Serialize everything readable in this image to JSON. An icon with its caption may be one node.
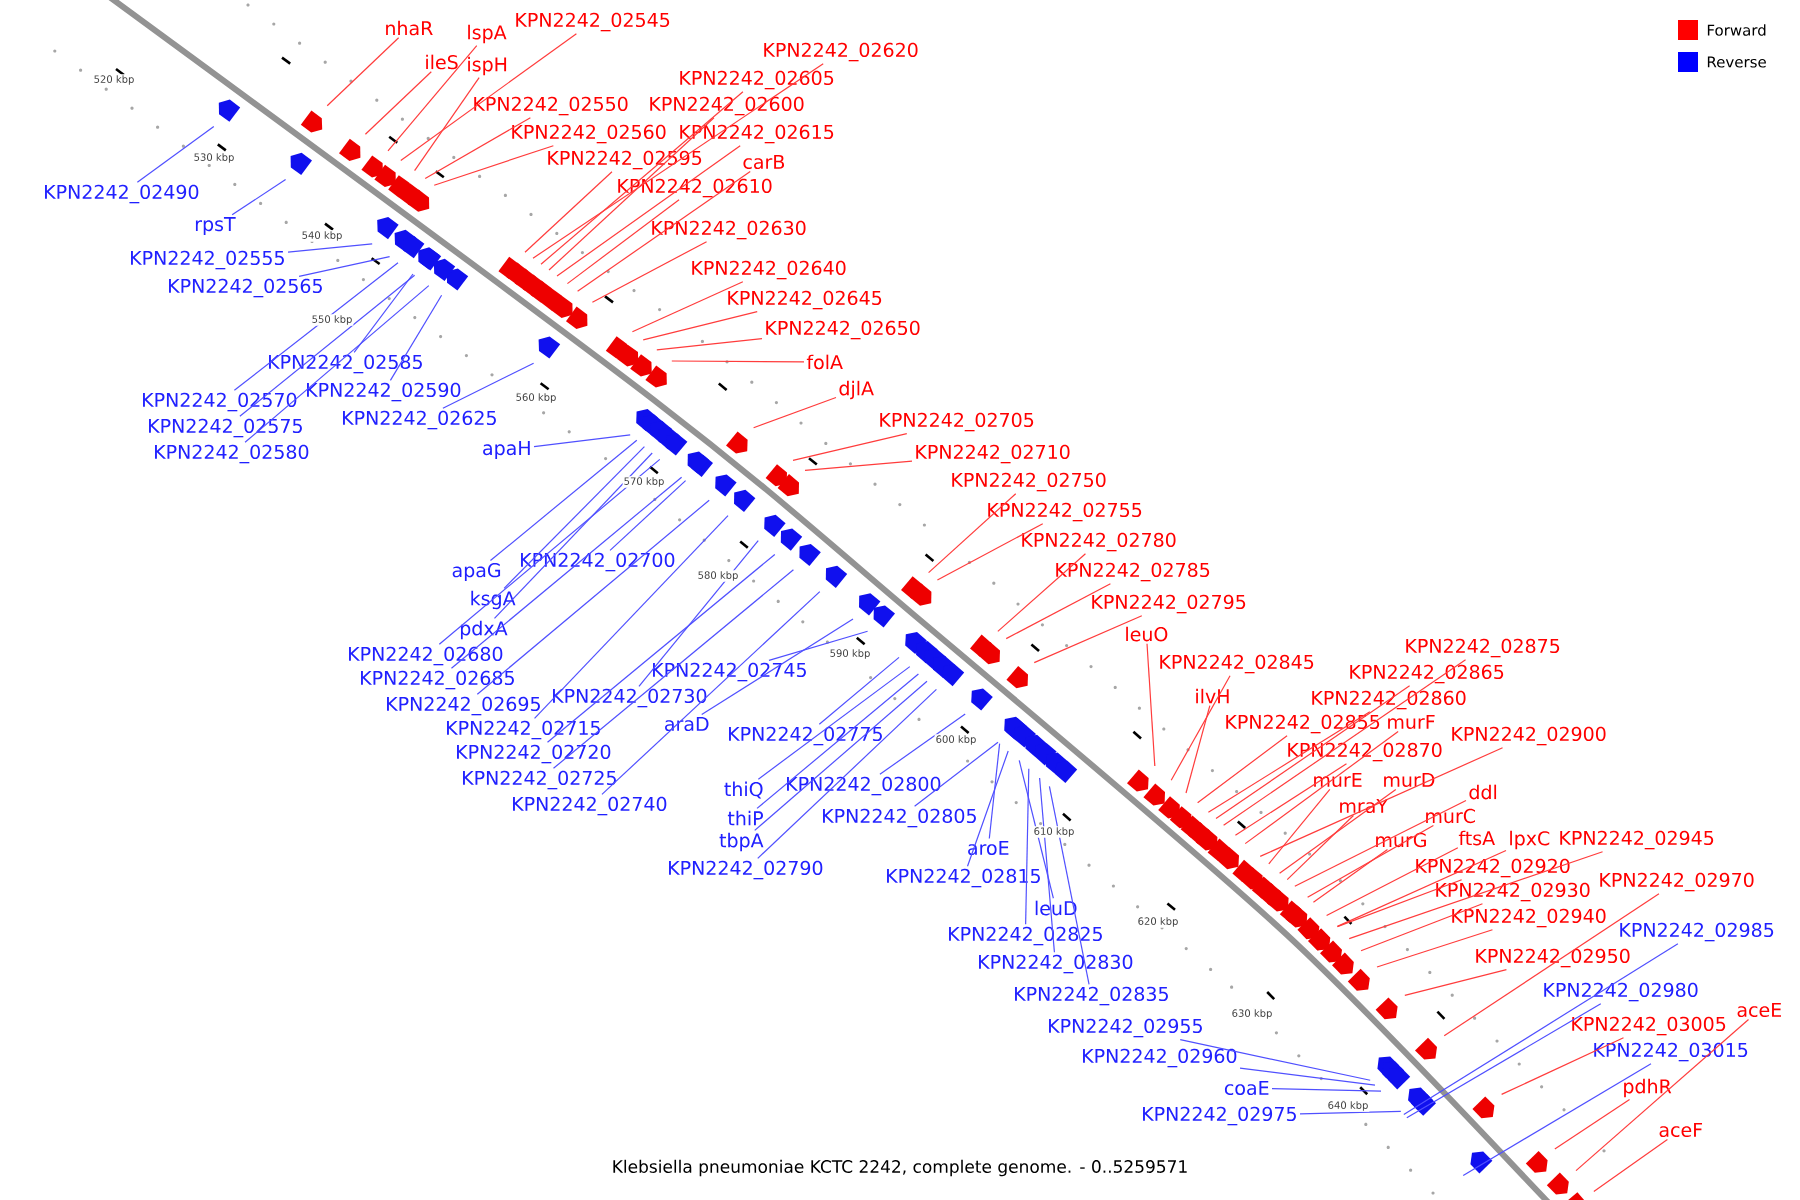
{
  "diagram": {
    "caption": "Klebsiella pneumoniae KCTC 2242, complete genome. - 0..5259571",
    "nodes": [
      {
        "text": [
          "nhaR"
        ]
      },
      {
        "text": [
          "ileS"
        ]
      },
      {
        "text": [
          "lspA"
        ]
      },
      {
        "text": [
          "KPN2242_02545"
        ]
      },
      {
        "text": [
          "ispH"
        ]
      },
      {
        "text": [
          "KPN2242_02550"
        ]
      },
      {
        "text": [
          "KPN2242_02560"
        ]
      },
      {
        "text": [
          "KPN2242_02595"
        ]
      },
      {
        "text": [
          "KPN2242_02620"
        ]
      },
      {
        "text": [
          "KPN2242_02605"
        ]
      },
      {
        "text": [
          "KPN2242_02600"
        ]
      },
      {
        "text": [
          "KPN2242_02615"
        ]
      },
      {
        "text": [
          "carB"
        ]
      },
      {
        "text": [
          "KPN2242_02610"
        ]
      },
      {
        "text": [
          "KPN2242_02630"
        ]
      },
      {
        "text": [
          "KPN2242_02640"
        ]
      },
      {
        "text": [
          "KPN2242_02645"
        ]
      },
      {
        "text": [
          "KPN2242_02650"
        ]
      },
      {
        "text": [
          "folA"
        ]
      },
      {
        "text": [
          "djlA"
        ]
      },
      {
        "text": [
          "KPN2242_02705"
        ]
      },
      {
        "text": [
          "KPN2242_02710"
        ]
      },
      {
        "text": [
          "KPN2242_02750"
        ]
      },
      {
        "text": [
          "KPN2242_02755"
        ]
      },
      {
        "text": [
          "KPN2242_02780"
        ]
      },
      {
        "text": [
          "KPN2242_02785"
        ]
      },
      {
        "text": [
          "KPN2242_02795"
        ]
      },
      {
        "text": [
          "leuO"
        ]
      },
      {
        "text": [
          "KPN2242_02845"
        ]
      },
      {
        "text": [
          "ilvH"
        ]
      },
      {
        "text": [
          "KPN2242_02855"
        ]
      },
      {
        "text": [
          "KPN2242_02875"
        ]
      },
      {
        "text": [
          "KPN2242_02865"
        ]
      },
      {
        "text": [
          "KPN2242_02860"
        ]
      },
      {
        "text": [
          "murF"
        ]
      },
      {
        "text": [
          "KPN2242_02870"
        ]
      },
      {
        "text": [
          "KPN2242_02900"
        ]
      },
      {
        "text": [
          "murE"
        ]
      },
      {
        "text": [
          "murD"
        ]
      },
      {
        "text": [
          "ddl"
        ]
      },
      {
        "text": [
          "mraY"
        ]
      },
      {
        "text": [
          "murC"
        ]
      },
      {
        "text": [
          "murG"
        ]
      },
      {
        "text": [
          "ftsA"
        ]
      },
      {
        "text": [
          "lpxC"
        ]
      },
      {
        "text": [
          "KPN2242_02945"
        ]
      },
      {
        "text": [
          "KPN2242_02920"
        ]
      },
      {
        "text": [
          "KPN2242_02930"
        ]
      },
      {
        "text": [
          "KPN2242_02970"
        ]
      },
      {
        "text": [
          "KPN2242_02940"
        ]
      },
      {
        "text": [
          "KPN2242_02950"
        ]
      },
      {
        "text": [
          "aceE"
        ]
      },
      {
        "text": [
          "KPN2242_03005"
        ]
      },
      {
        "text": [
          "pdhR"
        ]
      },
      {
        "text": [
          "aceF"
        ]
      },
      {
        "text": [
          "KPN2242_02985"
        ]
      },
      {
        "text": [
          "KPN2242_02980"
        ]
      },
      {
        "text": [
          "KPN2242_03015"
        ]
      },
      {
        "text": [
          "KPN2242_02490"
        ]
      },
      {
        "text": [
          "rpsT"
        ]
      },
      {
        "text": [
          "KPN2242_02555"
        ]
      },
      {
        "text": [
          "KPN2242_02565"
        ]
      },
      {
        "text": [
          "KPN2242_02585"
        ]
      },
      {
        "text": [
          "KPN2242_02590"
        ]
      },
      {
        "text": [
          "KPN2242_02570"
        ]
      },
      {
        "text": [
          "KPN2242_02575"
        ]
      },
      {
        "text": [
          "KPN2242_02580"
        ]
      },
      {
        "text": [
          "KPN2242_02625"
        ]
      },
      {
        "text": [
          "apaH"
        ]
      },
      {
        "text": [
          "apaG"
        ]
      },
      {
        "text": [
          "ksgA"
        ]
      },
      {
        "text": [
          "pdxA"
        ]
      },
      {
        "text": [
          "KPN2242_02700"
        ]
      },
      {
        "text": [
          "KPN2242_02680"
        ]
      },
      {
        "text": [
          "KPN2242_02685"
        ]
      },
      {
        "text": [
          "KPN2242_02695"
        ]
      },
      {
        "text": [
          "KPN2242_02715"
        ]
      },
      {
        "text": [
          "KPN2242_02720"
        ]
      },
      {
        "text": [
          "KPN2242_02725"
        ]
      },
      {
        "text": [
          "KPN2242_02730"
        ]
      },
      {
        "text": [
          "KPN2242_02740"
        ]
      },
      {
        "text": [
          "KPN2242_02745"
        ]
      },
      {
        "text": [
          "araD"
        ]
      },
      {
        "text": [
          "KPN2242_02775"
        ]
      },
      {
        "text": [
          "thiQ"
        ]
      },
      {
        "text": [
          "thiP"
        ]
      },
      {
        "text": [
          "tbpA"
        ]
      },
      {
        "text": [
          "KPN2242_02790"
        ]
      },
      {
        "text": [
          "KPN2242_02800"
        ]
      },
      {
        "text": [
          "KPN2242_02805"
        ]
      },
      {
        "text": [
          "aroE"
        ]
      },
      {
        "text": [
          "KPN2242_02815"
        ]
      },
      {
        "text": [
          "leuD"
        ]
      },
      {
        "text": [
          "KPN2242_02825"
        ]
      },
      {
        "text": [
          "KPN2242_02830"
        ]
      },
      {
        "text": [
          "KPN2242_02835"
        ]
      },
      {
        "text": [
          "KPN2242_02955"
        ]
      },
      {
        "text": [
          "KPN2242_02960"
        ]
      },
      {
        "text": [
          "coaE"
        ]
      },
      {
        "text": [
          "KPN2242_02975"
        ]
      }
    ],
    "edges": [
      {
        "from": 0,
        "to": null,
        "arrow": "none"
      },
      {
        "from": 1,
        "to": null,
        "arrow": "none"
      },
      {
        "from": 2,
        "to": null,
        "arrow": "none"
      },
      {
        "from": 3,
        "to": null,
        "arrow": "none"
      },
      {
        "from": 4,
        "to": null,
        "arrow": "none"
      },
      {
        "from": 5,
        "to": null,
        "arrow": "none"
      },
      {
        "from": 6,
        "to": null,
        "arrow": "none"
      },
      {
        "from": 7,
        "to": null,
        "arrow": "none"
      },
      {
        "from": 8,
        "to": null,
        "arrow": "none"
      },
      {
        "from": 9,
        "to": null,
        "arrow": "none"
      },
      {
        "from": 10,
        "to": null,
        "arrow": "none"
      },
      {
        "from": 11,
        "to": null,
        "arrow": "none"
      },
      {
        "from": 12,
        "to": null,
        "arrow": "none"
      },
      {
        "from": 13,
        "to": null,
        "arrow": "none"
      },
      {
        "from": 14,
        "to": null,
        "arrow": "none"
      },
      {
        "from": 15,
        "to": null,
        "arrow": "none"
      },
      {
        "from": 16,
        "to": null,
        "arrow": "none"
      },
      {
        "from": 17,
        "to": null,
        "arrow": "none"
      },
      {
        "from": 18,
        "to": null,
        "arrow": "none"
      },
      {
        "from": 19,
        "to": null,
        "arrow": "none"
      },
      {
        "from": 20,
        "to": null,
        "arrow": "none"
      },
      {
        "from": 21,
        "to": null,
        "arrow": "none"
      },
      {
        "from": 22,
        "to": null,
        "arrow": "none"
      },
      {
        "from": 23,
        "to": null,
        "arrow": "none"
      },
      {
        "from": 24,
        "to": null,
        "arrow": "none"
      },
      {
        "from": 25,
        "to": null,
        "arrow": "none"
      },
      {
        "from": 26,
        "to": null,
        "arrow": "none"
      },
      {
        "from": 27,
        "to": null,
        "arrow": "none"
      },
      {
        "from": 28,
        "to": null,
        "arrow": "none"
      },
      {
        "from": 29,
        "to": null,
        "arrow": "none"
      },
      {
        "from": 30,
        "to": null,
        "arrow": "none"
      },
      {
        "from": 31,
        "to": null,
        "arrow": "none"
      },
      {
        "from": 32,
        "to": null,
        "arrow": "none"
      },
      {
        "from": 33,
        "to": null,
        "arrow": "none"
      },
      {
        "from": 34,
        "to": null,
        "arrow": "none"
      },
      {
        "from": 35,
        "to": null,
        "arrow": "none"
      },
      {
        "from": 36,
        "to": null,
        "arrow": "none"
      },
      {
        "from": 37,
        "to": null,
        "arrow": "none"
      },
      {
        "from": 38,
        "to": null,
        "arrow": "none"
      },
      {
        "from": 39,
        "to": null,
        "arrow": "none"
      },
      {
        "from": 40,
        "to": null,
        "arrow": "none"
      },
      {
        "from": 41,
        "to": null,
        "arrow": "none"
      },
      {
        "from": 42,
        "to": null,
        "arrow": "none"
      },
      {
        "from": 43,
        "to": null,
        "arrow": "none"
      },
      {
        "from": 44,
        "to": null,
        "arrow": "none"
      },
      {
        "from": 45,
        "to": null,
        "arrow": "none"
      },
      {
        "from": 46,
        "to": null,
        "arrow": "none"
      },
      {
        "from": 47,
        "to": null,
        "arrow": "none"
      },
      {
        "from": 48,
        "to": null,
        "arrow": "none"
      },
      {
        "from": 49,
        "to": null,
        "arrow": "none"
      },
      {
        "from": 50,
        "to": null,
        "arrow": "none"
      },
      {
        "from": 51,
        "to": null,
        "arrow": "none"
      },
      {
        "from": 52,
        "to": null,
        "arrow": "none"
      },
      {
        "from": 53,
        "to": null,
        "arrow": "none"
      },
      {
        "from": 54,
        "to": null,
        "arrow": "none"
      },
      {
        "from": 55,
        "to": null,
        "arrow": "none",
        "color": "#5050ff"
      },
      {
        "from": 56,
        "to": null,
        "arrow": "none",
        "color": "#5050ff"
      },
      {
        "from": 57,
        "to": null,
        "arrow": "none",
        "color": "#5050ff"
      },
      {
        "from": 58,
        "to": null,
        "arrow": "none",
        "color": "#5050ff"
      },
      {
        "from": 59,
        "to": null,
        "arrow": "none",
        "color": "#5050ff"
      },
      {
        "from": 60,
        "to": null,
        "arrow": "none",
        "color": "#5050ff"
      },
      {
        "from": 61,
        "to": null,
        "arrow": "none",
        "color": "#5050ff"
      },
      {
        "from": 62,
        "to": null,
        "arrow": "none",
        "color": "#5050ff"
      },
      {
        "from": 63,
        "to": null,
        "arrow": "none",
        "color": "#5050ff"
      },
      {
        "from": 64,
        "to": null,
        "arrow": "none",
        "color": "#5050ff"
      },
      {
        "from": 65,
        "to": null,
        "arrow": "none",
        "color": "#5050ff"
      },
      {
        "from": 66,
        "to": null,
        "arrow": "none",
        "color": "#5050ff"
      },
      {
        "from": 67,
        "to": null,
        "arrow": "none",
        "color": "#5050ff"
      },
      {
        "from": 68,
        "to": null,
        "arrow": "none",
        "color": "#5050ff"
      },
      {
        "from": 69,
        "to": null,
        "arrow": "none",
        "color": "#5050ff"
      },
      {
        "from": 70,
        "to": null,
        "arrow": "none",
        "color": "#5050ff"
      },
      {
        "from": 71,
        "to": null,
        "arrow": "none",
        "color": "#5050ff"
      },
      {
        "from": 72,
        "to": null,
        "arrow": "none",
        "color": "#5050ff"
      },
      {
        "from": 73,
        "to": null,
        "arrow": "none",
        "color": "#5050ff"
      },
      {
        "from": 74,
        "to": null,
        "arrow": "none",
        "color": "#5050ff"
      },
      {
        "from": 75,
        "to": null,
        "arrow": "none",
        "color": "#5050ff"
      },
      {
        "from": 76,
        "to": null,
        "arrow": "none",
        "color": "#5050ff"
      },
      {
        "from": 77,
        "to": null,
        "arrow": "none",
        "color": "#5050ff"
      },
      {
        "from": 78,
        "to": null,
        "arrow": "none",
        "color": "#5050ff"
      },
      {
        "from": 79,
        "to": null,
        "arrow": "none",
        "color": "#5050ff"
      },
      {
        "from": 80,
        "to": null,
        "arrow": "none",
        "color": "#5050ff"
      },
      {
        "from": 81,
        "to": null,
        "arrow": "none",
        "color": "#5050ff"
      },
      {
        "from": 82,
        "to": null,
        "arrow": "none",
        "color": "#5050ff"
      },
      {
        "from": 83,
        "to": null,
        "arrow": "none",
        "color": "#5050ff"
      },
      {
        "from": 84,
        "to": null,
        "arrow": "none",
        "color": "#5050ff"
      },
      {
        "from": 85,
        "to": null,
        "arrow": "none",
        "color": "#5050ff"
      },
      {
        "from": 86,
        "to": null,
        "arrow": "none",
        "color": "#5050ff"
      },
      {
        "from": 87,
        "to": null,
        "arrow": "none",
        "color": "#5050ff"
      },
      {
        "from": 88,
        "to": null,
        "arrow": "none",
        "color": "#5050ff"
      },
      {
        "from": 89,
        "to": null,
        "arrow": "none",
        "color": "#5050ff"
      },
      {
        "from": 90,
        "to": null,
        "arrow": "none",
        "color": "#5050ff"
      },
      {
        "from": 91,
        "to": null,
        "arrow": "none",
        "color": "#5050ff"
      },
      {
        "from": 92,
        "to": null,
        "arrow": "none",
        "color": "#5050ff"
      },
      {
        "from": 93,
        "to": null,
        "arrow": "none",
        "color": "#5050ff"
      },
      {
        "from": 94,
        "to": null,
        "arrow": "none",
        "color": "#5050ff"
      },
      {
        "from": 95,
        "to": null,
        "arrow": "none",
        "color": "#5050ff"
      },
      {
        "from": 96,
        "to": null,
        "arrow": "none",
        "color": "#5050ff"
      },
      {
        "from": 97,
        "to": null,
        "arrow": "none",
        "color": "#5050ff"
      },
      {
        "from": 98,
        "to": null,
        "arrow": "none",
        "color": "#5050ff"
      },
      {
        "from": 99,
        "to": null,
        "arrow": "none",
        "color": "#5050ff"
      }
    ],
    "labels": [
      "520 kbp",
      "530 kbp",
      "540 kbp",
      "550 kbp",
      "560 kbp",
      "570 kbp",
      "580 kbp",
      "590 kbp",
      "600 kbp",
      "610 kbp",
      "620 kbp",
      "630 kbp",
      "640 kbp"
    ],
    "legend": [
      {
        "text": "Forward",
        "color": "#ff0000"
      },
      {
        "text": "Reverse",
        "color": "#0000ff"
      }
    ]
  }
}
